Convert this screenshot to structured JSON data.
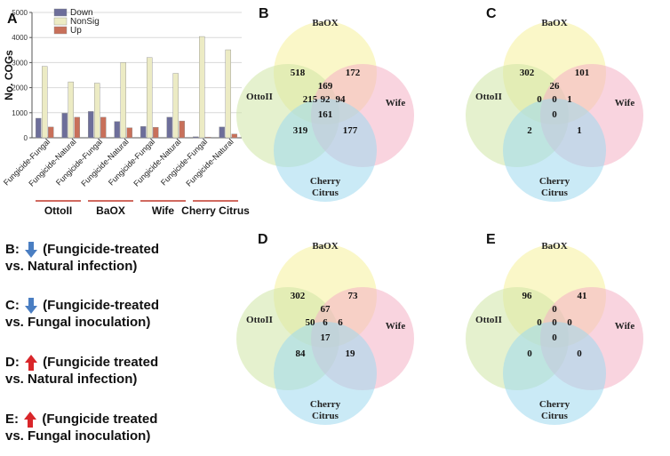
{
  "panel_letters": {
    "a": "A",
    "b": "B",
    "c": "C",
    "d": "D",
    "e": "E"
  },
  "chart_data": [
    {
      "type": "bar",
      "panel": "A",
      "ylabel": "No. COGs",
      "ylim": [
        0,
        5000
      ],
      "yticks": [
        0,
        1000,
        2000,
        3000,
        4000,
        5000
      ],
      "grid": true,
      "legend_placement": "top-left",
      "categories": [
        "Fungicide-Fungal",
        "Fungicide-Natural",
        "Fungicide-Fungal",
        "Fungicide-Natural",
        "Fungicide-Fungal",
        "Fungicide-Natural",
        "Fungicide-Fungal",
        "Fungicide-Natural"
      ],
      "groups": [
        {
          "label": "OttoII",
          "categories": [
            0,
            1
          ]
        },
        {
          "label": "BaOX",
          "categories": [
            2,
            3
          ]
        },
        {
          "label": "Wife",
          "categories": [
            4,
            5
          ]
        },
        {
          "label": "Cherry Citrus",
          "categories": [
            6,
            7
          ]
        }
      ],
      "series": [
        {
          "name": "Down",
          "color": "#6d6e9a",
          "values": [
            780,
            980,
            1050,
            650,
            450,
            820,
            40,
            430
          ]
        },
        {
          "name": "NonSig",
          "color": "#ecebc4",
          "values": [
            2850,
            2230,
            2180,
            3000,
            3200,
            2570,
            4040,
            3510
          ]
        },
        {
          "name": "Up",
          "color": "#c8705a",
          "values": [
            430,
            820,
            820,
            400,
            420,
            670,
            25,
            150
          ]
        }
      ]
    },
    {
      "type": "venn",
      "panel": "B",
      "sets": [
        "BaOX",
        "OttoII",
        "Wife",
        "Cherry\nCitrus"
      ],
      "values": {
        "baox_only": "",
        "otto_only": "",
        "wife_only": "",
        "cherry_only": "",
        "otto_baox": "518",
        "baox_wife": "172",
        "center_top": "169",
        "otto_baox_cherry": "215",
        "all_four": "92",
        "baox_wife_cherry": "94",
        "center_low": "161",
        "otto_cherry": "319",
        "wife_cherry": "177",
        "otto_wife_a": "",
        "otto_wife_b": ""
      }
    },
    {
      "type": "venn",
      "panel": "C",
      "sets": [
        "BaOX",
        "OttoII",
        "Wife",
        "Cherry\nCitrus"
      ],
      "values": {
        "baox_only": "",
        "otto_only": "",
        "wife_only": "",
        "cherry_only": "",
        "otto_baox": "302",
        "baox_wife": "101",
        "center_top": "26",
        "otto_baox_cherry": "0",
        "all_four": "0",
        "baox_wife_cherry": "1",
        "center_low": "0",
        "otto_cherry": "2",
        "wife_cherry": "1",
        "otto_wife_a": "",
        "otto_wife_b": ""
      }
    },
    {
      "type": "venn",
      "panel": "D",
      "sets": [
        "BaOX",
        "OttoII",
        "Wife",
        "Cherry\nCitrus"
      ],
      "values": {
        "baox_only": "",
        "otto_only": "",
        "wife_only": "",
        "cherry_only": "",
        "otto_baox": "302",
        "baox_wife": "73",
        "center_top": "67",
        "otto_baox_cherry": "50",
        "all_four": "6",
        "baox_wife_cherry": "6",
        "center_low": "17",
        "otto_cherry": "84",
        "wife_cherry": "19",
        "otto_wife_a": "",
        "otto_wife_b": ""
      }
    },
    {
      "type": "venn",
      "panel": "E",
      "sets": [
        "BaOX",
        "OttoII",
        "Wife",
        "Cherry\nCitrus"
      ],
      "values": {
        "baox_only": "",
        "otto_only": "",
        "wife_only": "",
        "cherry_only": "",
        "otto_baox": "96",
        "baox_wife": "41",
        "center_top": "0",
        "otto_baox_cherry": "0",
        "all_four": "0",
        "baox_wife_cherry": "0",
        "center_low": "0",
        "otto_cherry": "0",
        "wife_cherry": "0",
        "otto_wife_a": "",
        "otto_wife_b": ""
      }
    }
  ],
  "legend": [
    {
      "prefix": "B:",
      "arrow": "down",
      "arrow_color": "#4a7ec2",
      "line1": "(Fungicide-treated",
      "line2": "vs. Natural infection)"
    },
    {
      "prefix": "C:",
      "arrow": "down",
      "arrow_color": "#4a7ec2",
      "line1": "(Fungicide-treated",
      "line2": "vs. Fungal inoculation)"
    },
    {
      "prefix": "D:",
      "arrow": "up",
      "arrow_color": "#d9262a",
      "line1": "(Fungicide treated",
      "line2": "vs. Natural infection)"
    },
    {
      "prefix": "E:",
      "arrow": "up",
      "arrow_color": "#d9262a",
      "line1": "(Fungicide treated",
      "line2": "vs. Fungal inoculation)"
    }
  ],
  "colors": {
    "circle_baox": "#f6f09a",
    "circle_otto": "#cfe5a6",
    "circle_wife": "#f4b0c4",
    "circle_cherry": "#9fd8ee",
    "group_underline": "#c0392b"
  }
}
